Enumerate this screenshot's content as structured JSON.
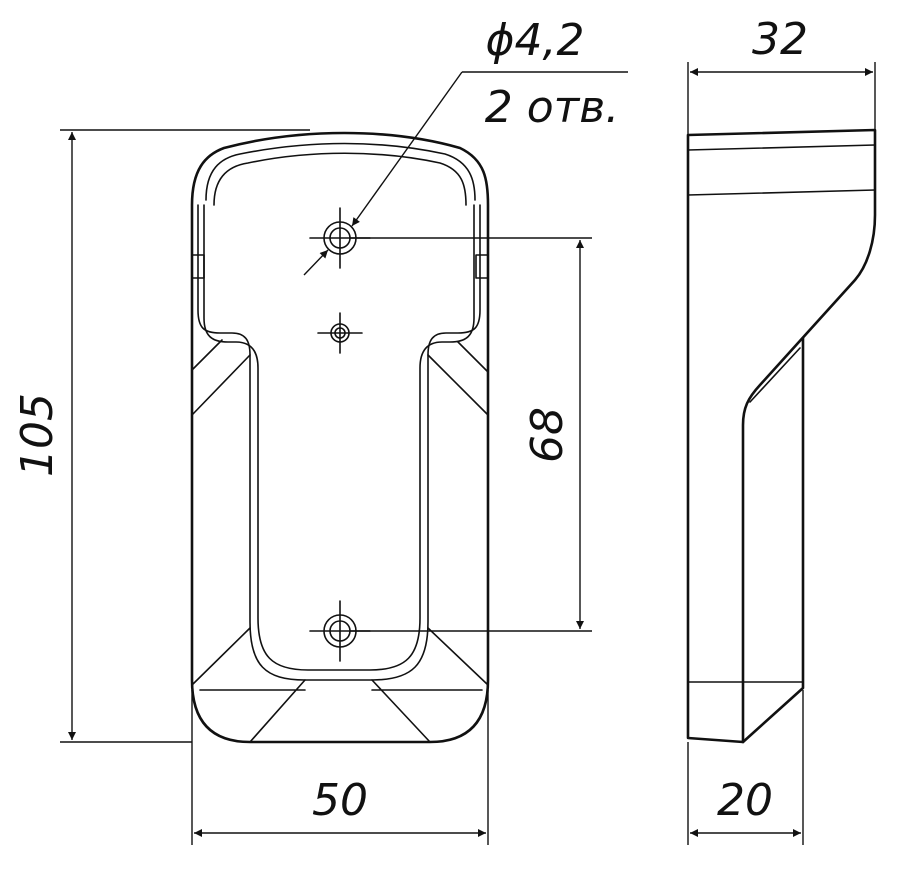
{
  "dimensions": {
    "height": "105",
    "width": "50",
    "hole_spacing": "68",
    "side_depth_top": "32",
    "side_depth_bottom": "20",
    "hole_diameter": "ϕ4,2",
    "hole_count": "2 отв."
  },
  "colors": {
    "line": "#111111",
    "background": "#ffffff"
  }
}
